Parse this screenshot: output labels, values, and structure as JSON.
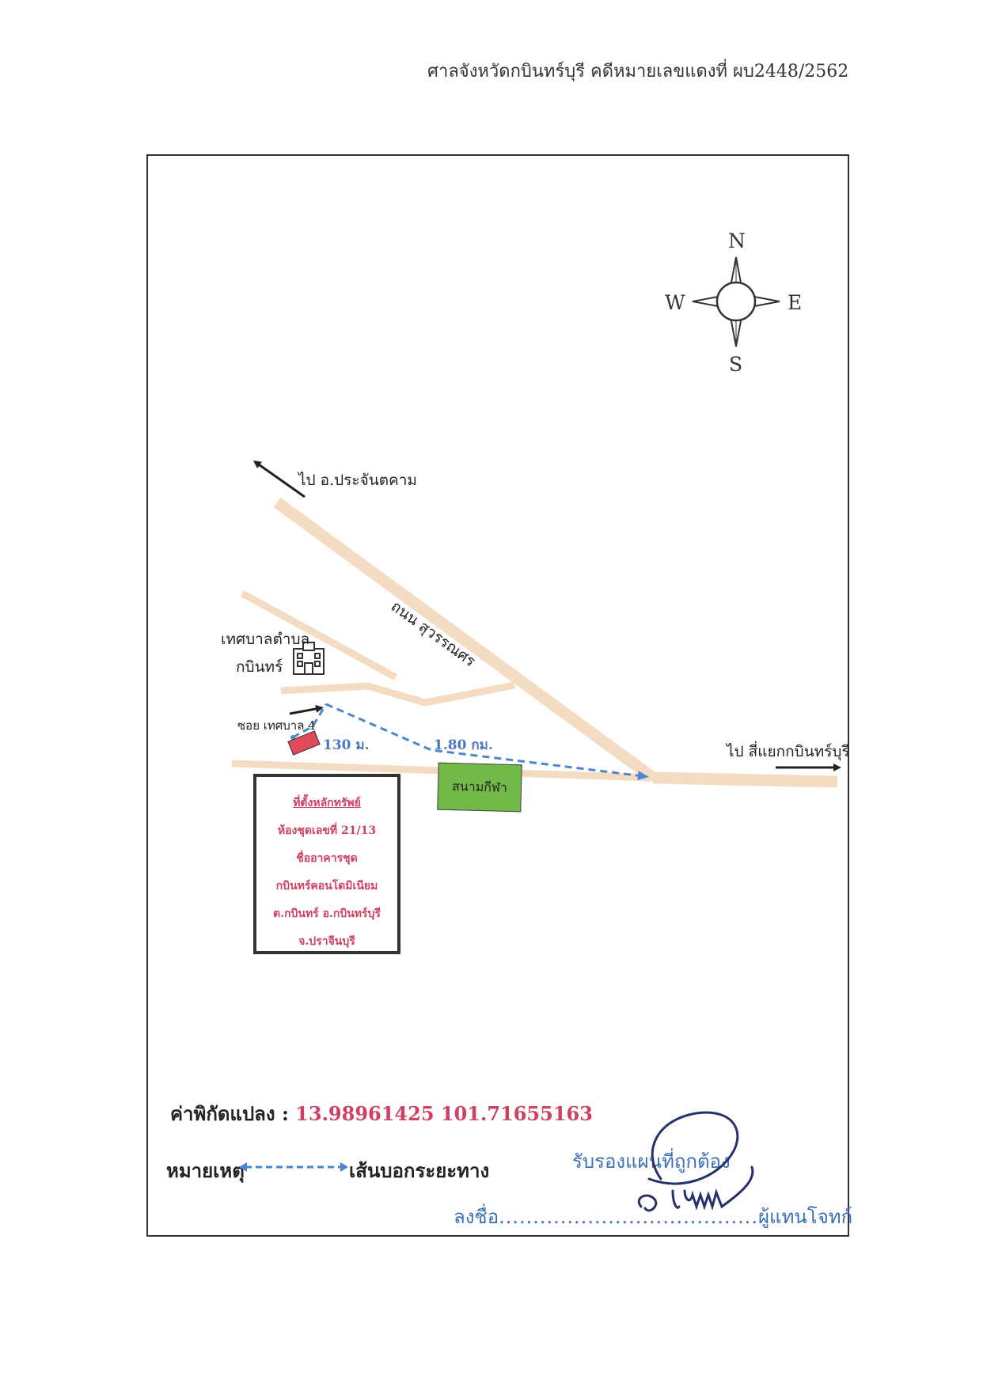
{
  "header": {
    "court_case": "ศาลจังหวัดกบินทร์บุรี คดีหมายเลขแดงที่ ผบ2448/2562"
  },
  "compass": {
    "north": "N",
    "east": "E",
    "south": "S",
    "west": "W"
  },
  "labels": {
    "to_prachantakham": "ไป อ.ประจันตคาม",
    "road_name": "ถนน สุวรรณศร",
    "municipality_line1": "เทศบาลตำบล",
    "municipality_line2": "กบินทร์",
    "soi": "ซอย เทศบาล 4",
    "dist_130": "130 ม.",
    "dist_180": "1.80 กม.",
    "to_kabin_junction": "ไป สี่แยกกบินทร์บุรี",
    "stadium": "สนามกีฬา"
  },
  "property": {
    "title": "ที่ตั้งหลักทรัพย์",
    "room": "ห้องชุดเลขที่ 21/13",
    "building_label": "ชื่ออาคารชุด",
    "building_name": "กบินทร์คอนโดมิเนียม",
    "location": "ต.กบินทร์ อ.กบินทร์บุรี",
    "province": "จ.ปราจีนบุรี"
  },
  "coordinates": {
    "label": "ค่าพิกัดแปลง :",
    "value": "13.98961425 101.71655163"
  },
  "legend": {
    "label": "หมายเหตุ",
    "description": "เส้นบอกระยะทาง"
  },
  "certification": {
    "text": "รับรองแผนที่ถูกต้อง",
    "sign_prefix": "ลงชื่อ",
    "sign_dots": "......................................",
    "sign_suffix": "ผู้แทนโจทก์"
  },
  "colors": {
    "road": "#f3dcc2",
    "route": "#4a86d0",
    "property": "#e04a5a",
    "stadium": "#73b94a",
    "accent_red": "#d04060",
    "sign_blue": "#3a6fb8"
  }
}
